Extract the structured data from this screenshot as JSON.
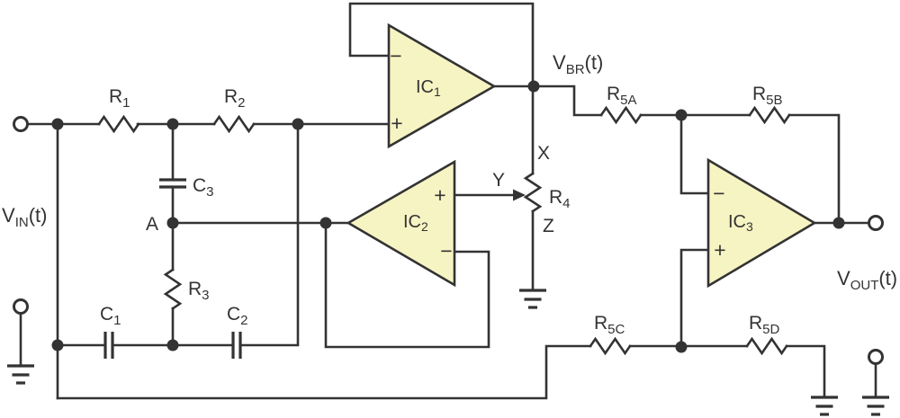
{
  "diagram": {
    "type": "analog circuit schematic with three op-amps, RC bridge network and potentiometer",
    "colors": {
      "wire": "#333333",
      "text": "#333333",
      "opamp_fill": "#f7f4c3",
      "background": "#ffffff"
    },
    "signals": {
      "vin": {
        "base": "V",
        "sub": "IN",
        "tail": "(t)"
      },
      "vbr": {
        "base": "V",
        "sub": "BR",
        "tail": "(t)"
      },
      "vout": {
        "base": "V",
        "sub": "OUT",
        "tail": "(t)"
      }
    },
    "parts": {
      "r1": {
        "base": "R",
        "sub": "1"
      },
      "r2": {
        "base": "R",
        "sub": "2"
      },
      "r3": {
        "base": "R",
        "sub": "3"
      },
      "r4": {
        "base": "R",
        "sub": "4"
      },
      "r5a": {
        "base": "R",
        "sub": "5A"
      },
      "r5b": {
        "base": "R",
        "sub": "5B"
      },
      "r5c": {
        "base": "R",
        "sub": "5C"
      },
      "r5d": {
        "base": "R",
        "sub": "5D"
      },
      "c1": {
        "base": "C",
        "sub": "1"
      },
      "c2": {
        "base": "C",
        "sub": "2"
      },
      "c3": {
        "base": "C",
        "sub": "3"
      },
      "ic1": {
        "base": "IC",
        "sub": "1"
      },
      "ic2": {
        "base": "IC",
        "sub": "2"
      },
      "ic3": {
        "base": "IC",
        "sub": "3"
      }
    },
    "nodes": {
      "a": "A",
      "x": "X",
      "y": "Y",
      "z": "Z"
    },
    "opamp_marks": {
      "plus": "+",
      "minus": "−"
    }
  }
}
